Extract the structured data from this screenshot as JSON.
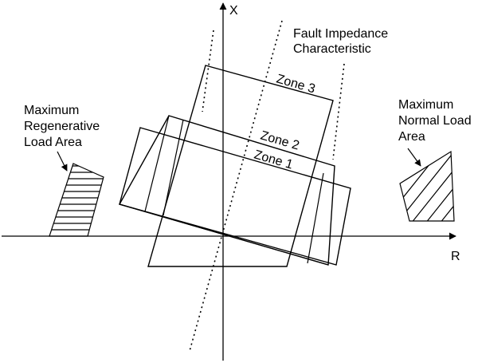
{
  "axes": {
    "x_label": "R",
    "y_label": "X"
  },
  "fault_label": {
    "line1": "Fault Impedance",
    "line2": "Characteristic"
  },
  "zones": {
    "zone1": "Zone 1",
    "zone2": "Zone 2",
    "zone3": "Zone 3"
  },
  "regen_label": {
    "line1": "Maximum",
    "line2": "Regenerative",
    "line3": "Load Area"
  },
  "normal_label": {
    "line1": "Maximum",
    "line2": "Normal Load",
    "line3": "Area"
  }
}
